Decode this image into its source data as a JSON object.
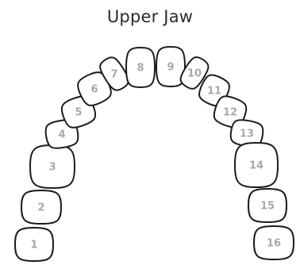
{
  "diagram": {
    "title": "Upper Jaw",
    "teeth": [
      {
        "number": "1"
      },
      {
        "number": "2"
      },
      {
        "number": "3"
      },
      {
        "number": "4"
      },
      {
        "number": "5"
      },
      {
        "number": "6"
      },
      {
        "number": "7"
      },
      {
        "number": "8"
      },
      {
        "number": "9"
      },
      {
        "number": "10"
      },
      {
        "number": "11"
      },
      {
        "number": "12"
      },
      {
        "number": "13"
      },
      {
        "number": "14"
      },
      {
        "number": "15"
      },
      {
        "number": "16"
      }
    ]
  }
}
